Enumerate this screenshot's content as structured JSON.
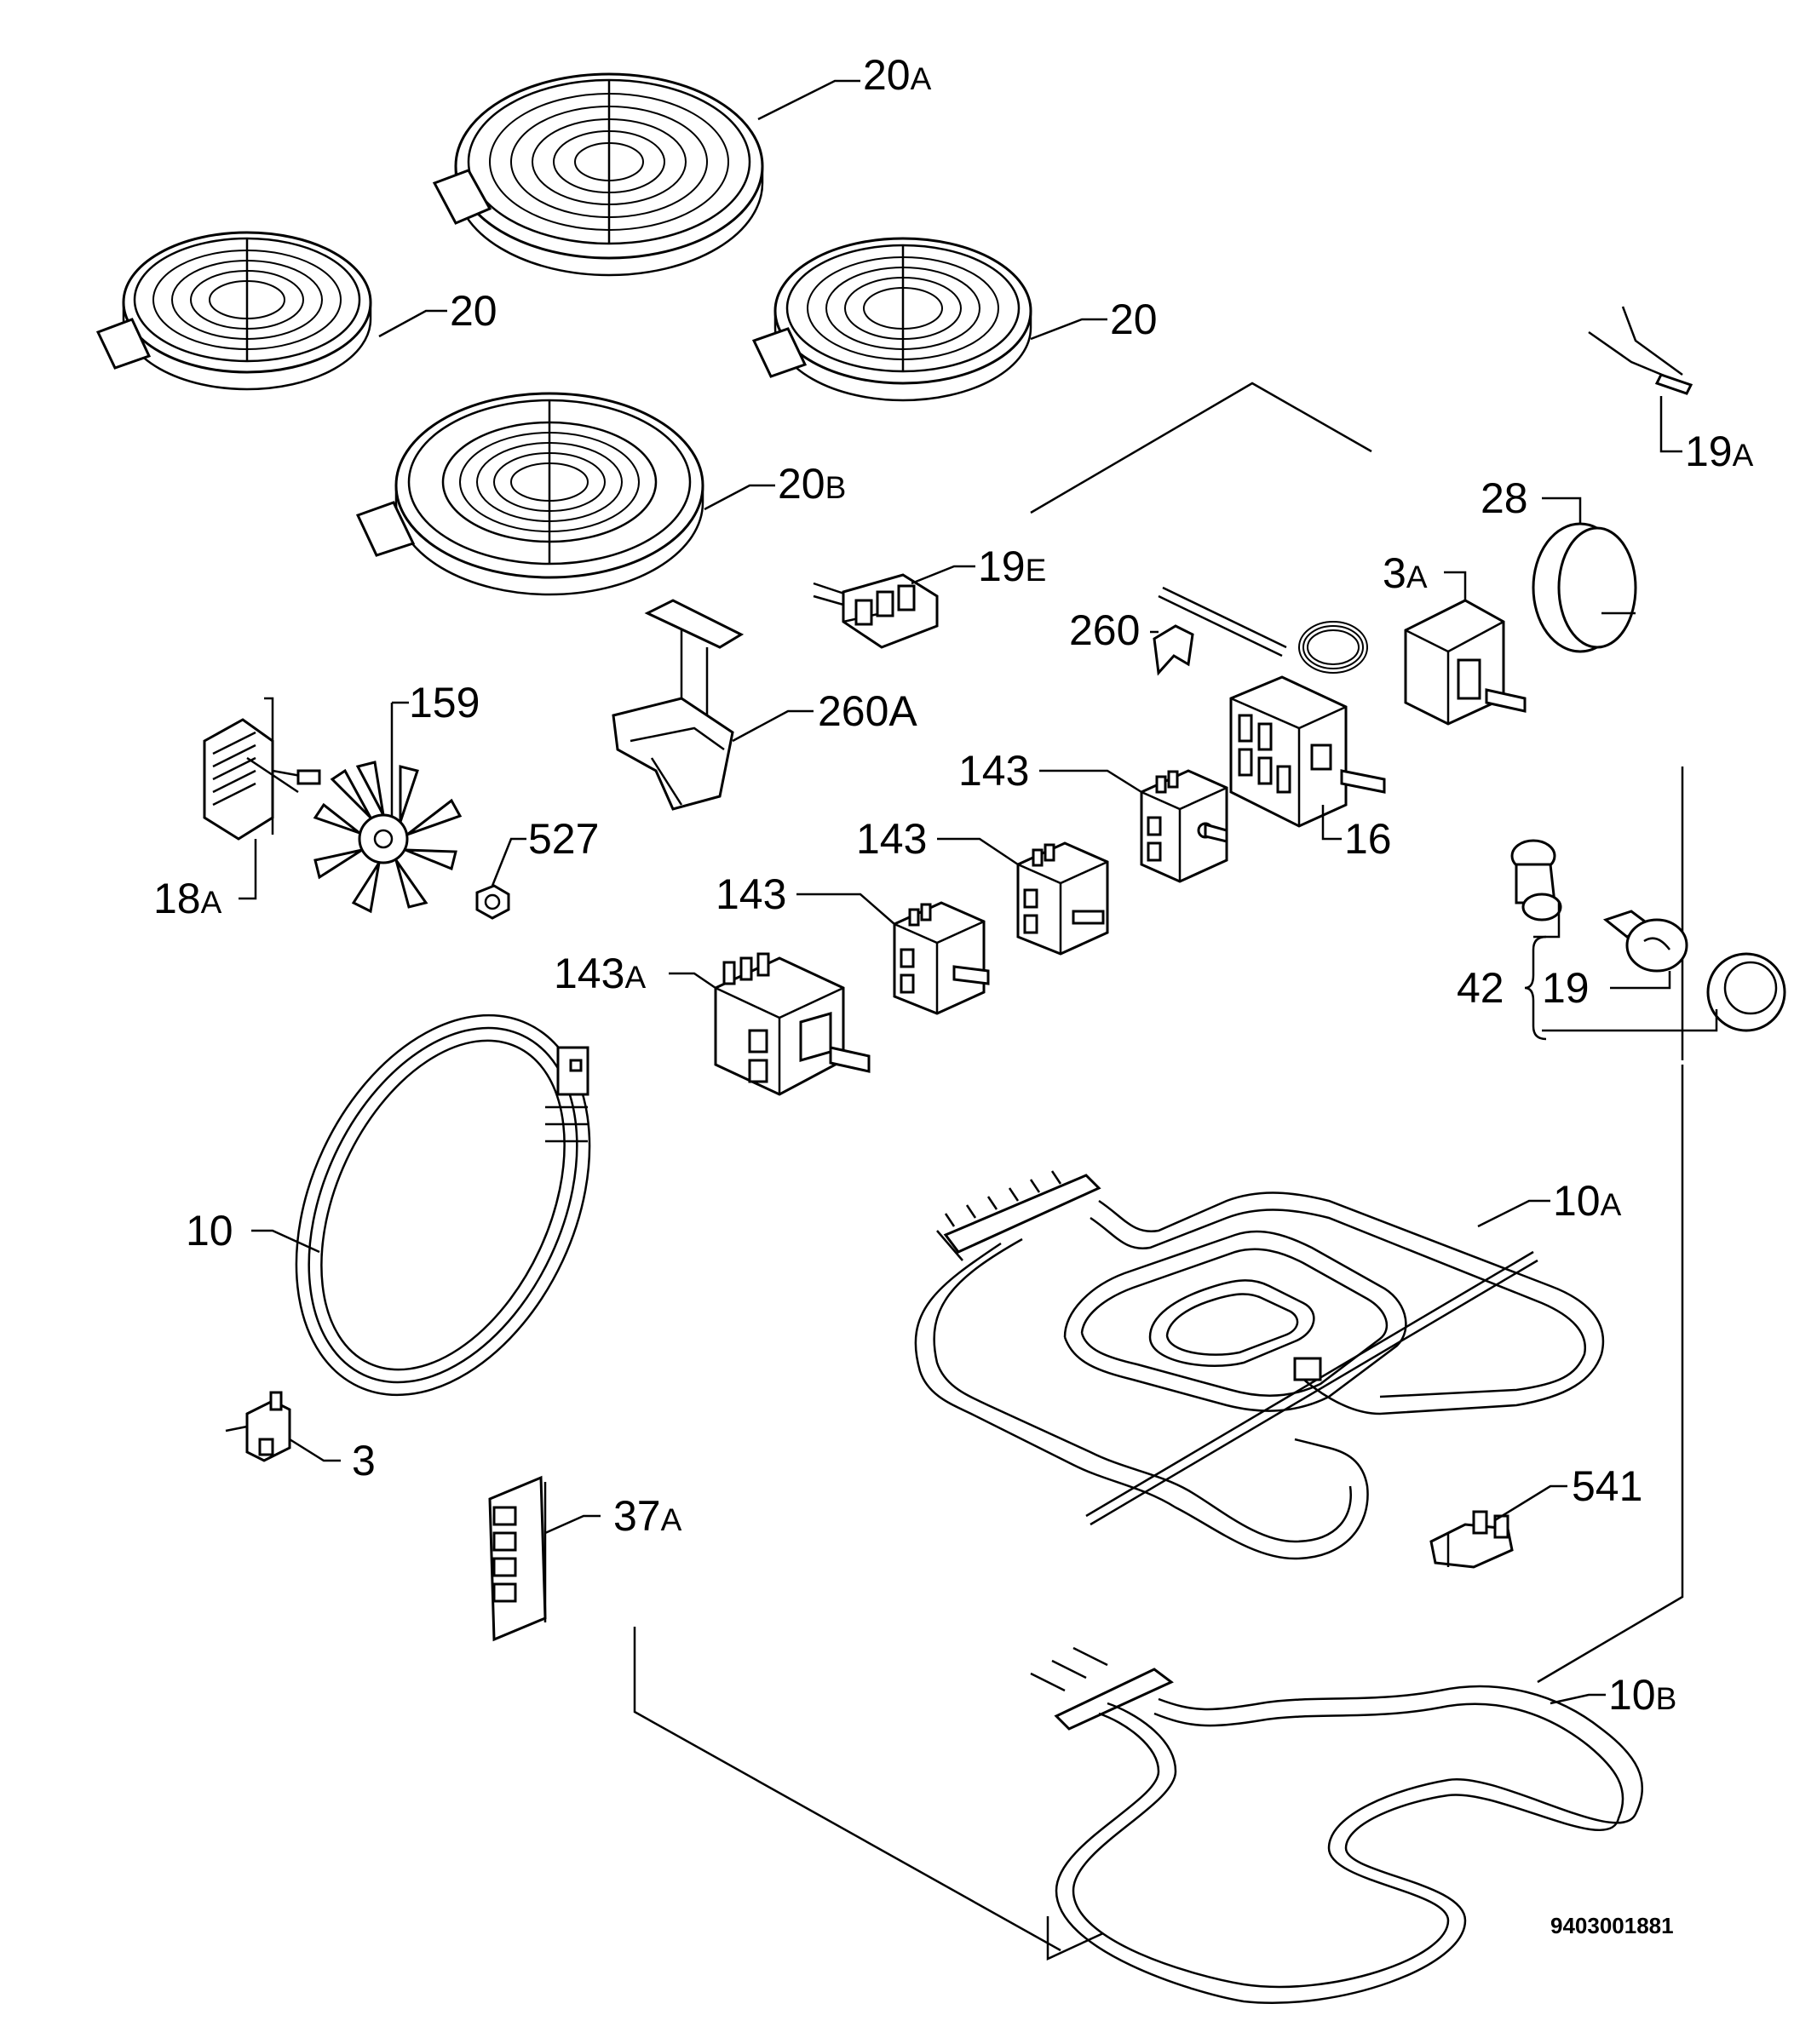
{
  "labels": {
    "p20A": {
      "main": "20",
      "suffix": "A"
    },
    "p20_left": "20",
    "p20_right": "20",
    "p20B": {
      "main": "20",
      "suffix": "B"
    },
    "p19A": {
      "main": "19",
      "suffix": "A"
    },
    "p28": "28",
    "p3A": {
      "main": "3",
      "suffix": "A"
    },
    "p19E": {
      "main": "19",
      "suffix": "E"
    },
    "p260": "260",
    "p260A": "260A",
    "p159": "159",
    "p18A": {
      "main": "18",
      "suffix": "A"
    },
    "p527": "527",
    "p143_top": "143",
    "p143_mid": "143",
    "p143_low": "143",
    "p143A": {
      "main": "143",
      "suffix": "A"
    },
    "p16": "16",
    "p42": "42",
    "p19": "19",
    "p10": "10",
    "p10A": {
      "main": "10",
      "suffix": "A"
    },
    "p3": "3",
    "p37A": {
      "main": "37",
      "suffix": "A"
    },
    "p541": "541",
    "p10B": {
      "main": "10",
      "suffix": "B"
    }
  },
  "reference_number": "9403001881"
}
